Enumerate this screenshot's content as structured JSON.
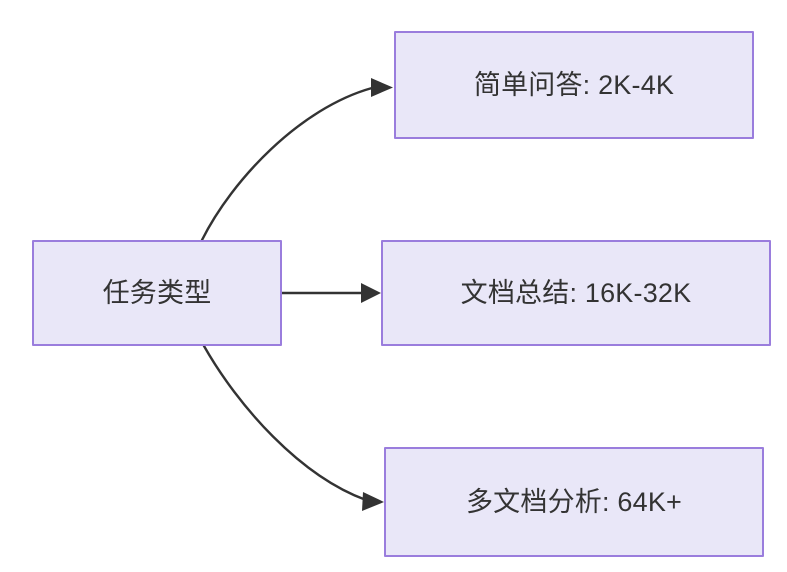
{
  "diagram": {
    "title": "",
    "background_color": "#ffffff",
    "node_fill_color": "#e9e7f8",
    "node_border_color": "#9a7ddd",
    "node_text_color": "#333333",
    "edge_color": "#333333",
    "nodes": [
      {
        "id": "source",
        "label": "任务类型",
        "role": "root"
      },
      {
        "id": "qa",
        "label": "简单问答: 2K-4K",
        "role": "leaf"
      },
      {
        "id": "summary",
        "label": "文档总结: 16K-32K",
        "role": "leaf"
      },
      {
        "id": "multidoc",
        "label": "多文档分析: 64K+",
        "role": "leaf"
      }
    ],
    "edges": [
      {
        "id": "edge-source-qa",
        "from": "任务类型",
        "to": "简单问答: 2K-4K",
        "label": "",
        "style": "curved-arrow"
      },
      {
        "id": "edge-source-summary",
        "from": "任务类型",
        "to": "文档总结: 16K-32K",
        "label": "",
        "style": "straight-arrow"
      },
      {
        "id": "edge-source-multidoc",
        "from": "任务类型",
        "to": "多文档分析: 64K+",
        "label": "",
        "style": "curved-arrow"
      }
    ]
  }
}
